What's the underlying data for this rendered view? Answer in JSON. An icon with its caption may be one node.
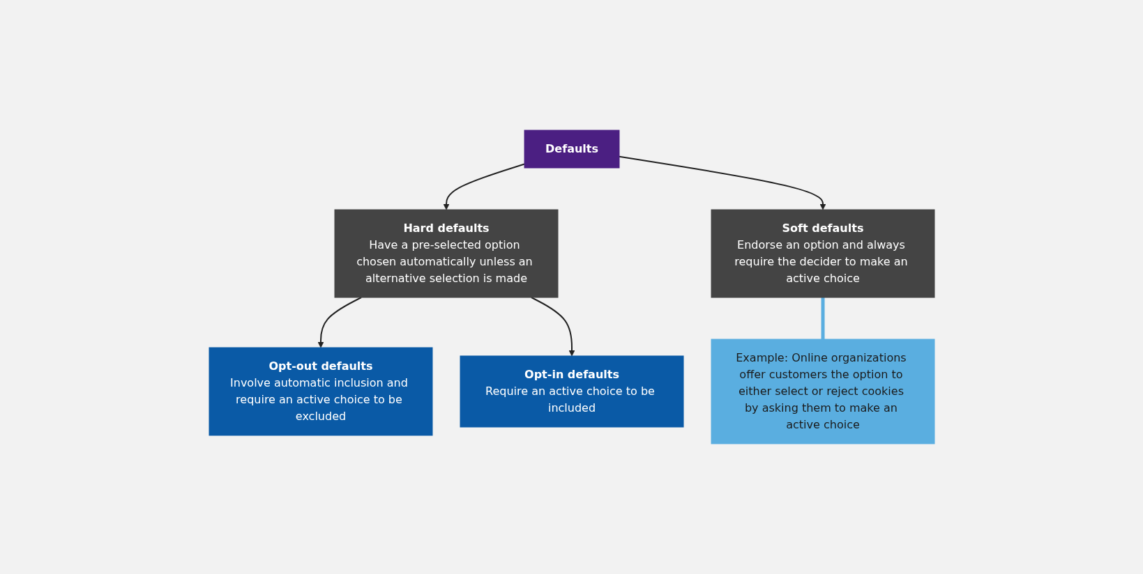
{
  "diagram": {
    "nodes": [
      {
        "text": [
          "Defaults"
        ]
      },
      {
        "text": [
          "Hard defaults",
          "Have a pre-selected option chosen automatically unless an alternative selection is made"
        ]
      },
      {
        "text": [
          "Soft defaults",
          "Endorse an option and always require the decider to make an active choice"
        ]
      },
      {
        "text": [
          "Opt-out defaults",
          "Involve automatic inclusion and require an active choice to be excluded"
        ]
      },
      {
        "text": [
          "Opt-in defaults",
          "Require an active choice to be included"
        ]
      },
      {
        "text": [
          "Example: Online organizations offer customers the option to either select or reject cookies by asking them to make an active choice"
        ]
      }
    ],
    "edges": [
      {
        "from": 0,
        "to": 1,
        "arrow": "to"
      },
      {
        "from": 0,
        "to": 2,
        "arrow": "to"
      },
      {
        "from": 1,
        "to": 3,
        "arrow": "to"
      },
      {
        "from": 1,
        "to": 4,
        "arrow": "to"
      },
      {
        "from": 2,
        "to": 5,
        "arrow": "none",
        "style": "thick",
        "color": "#5aaee0"
      }
    ]
  }
}
